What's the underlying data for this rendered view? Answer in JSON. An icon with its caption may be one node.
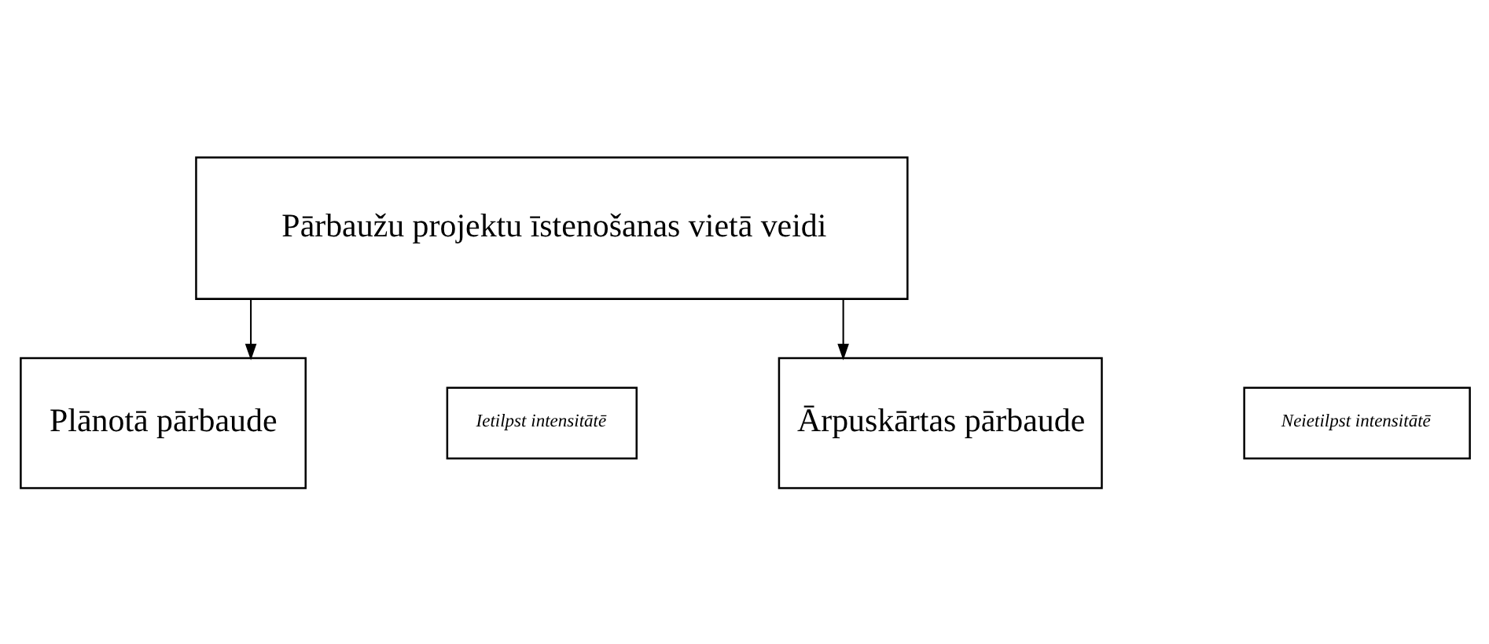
{
  "diagram": {
    "nodes": [
      {
        "text": [
          "Pārbaužu projektu īstenošanas vietā veidi"
        ]
      },
      {
        "text": [
          "Plānotā pārbaude"
        ]
      },
      {
        "text": [
          "Ārpuskārtas pārbaude"
        ]
      },
      {
        "text": [
          "Ietilpst intensitātē"
        ]
      },
      {
        "text": [
          "Neietilpst intensitātē"
        ]
      }
    ],
    "edges": [
      {
        "from": 0,
        "to": 1,
        "arrow": "to"
      },
      {
        "from": 0,
        "to": 2,
        "arrow": "to"
      }
    ]
  }
}
